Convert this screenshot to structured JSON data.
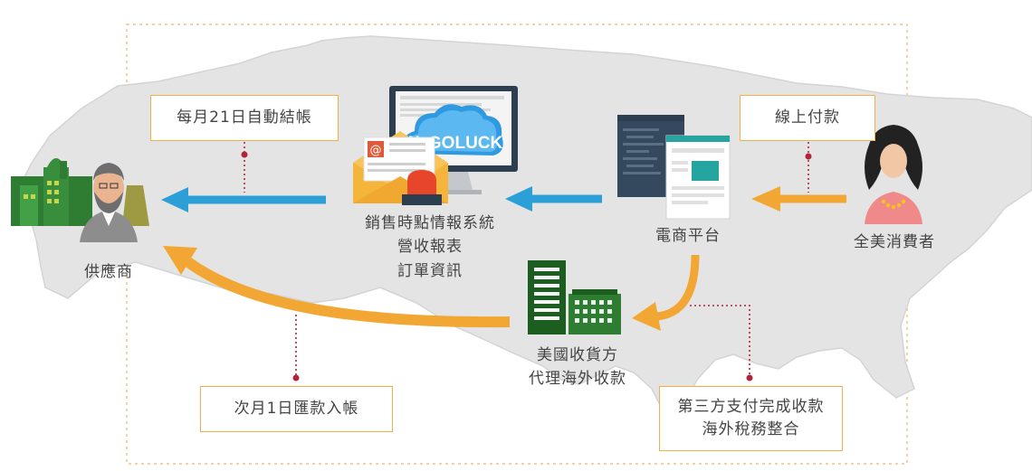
{
  "nodes": {
    "supplier": "供應商",
    "pos": [
      "銷售時點情報系統",
      "營收報表",
      "訂單資訊"
    ],
    "ecommerce": "電商平台",
    "consumer": "全美消費者",
    "receiver": [
      "美國收貨方",
      "代理海外收款"
    ]
  },
  "callouts": {
    "monthly_settlement": "每月21日自動結帳",
    "online_payment": "線上付款",
    "next_month_remit": "次月1日匯款入帳",
    "third_party": [
      "第三方支付完成收款",
      "海外稅務整合"
    ]
  },
  "logo": "WeGOLUCK",
  "colors": {
    "blue_arrow": "#2b9fd6",
    "orange_arrow": "#f2a735",
    "callout_border": "#f0b048",
    "dotted_line": "#b0243a",
    "map": "#e4e4e4"
  }
}
